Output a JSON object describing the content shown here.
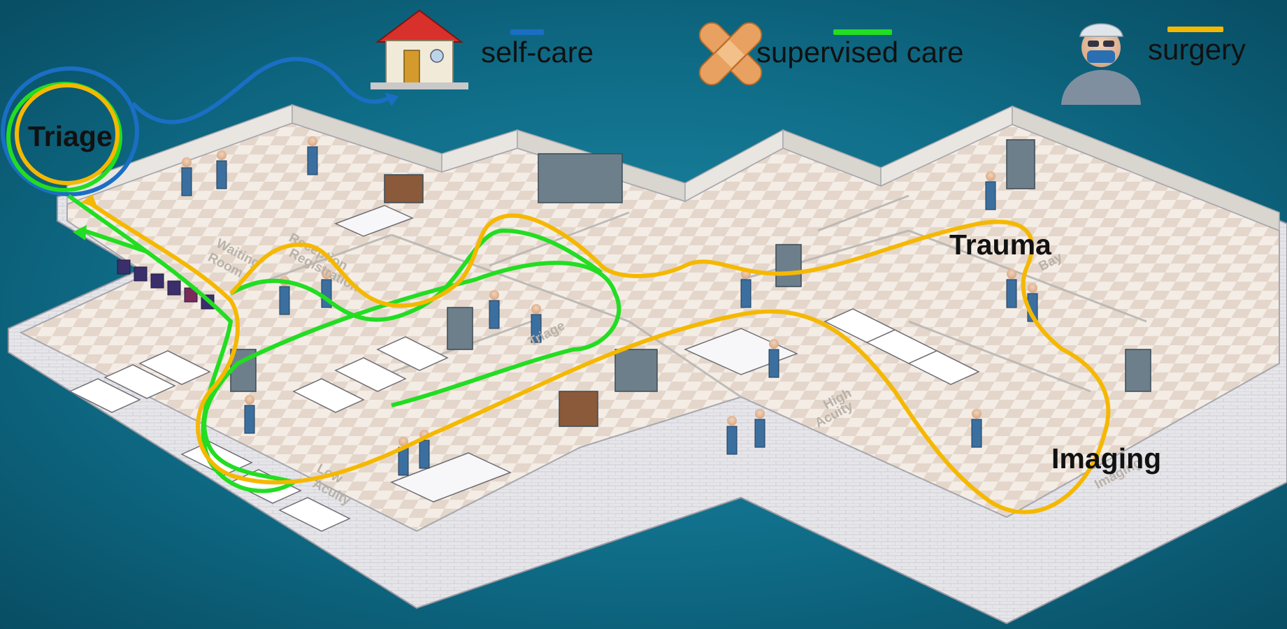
{
  "legend": {
    "self_care": {
      "label": "self-care",
      "color": "#1a6fc4",
      "icon": "house-icon"
    },
    "supervised_care": {
      "label": "supervised care",
      "color": "#22dd22",
      "icon": "bandage-icon"
    },
    "surgery": {
      "label": "surgery",
      "color": "#f5b800",
      "icon": "surgeon-icon"
    }
  },
  "nodes": {
    "triage": "Triage",
    "trauma": "Trauma",
    "imaging": "Imaging"
  },
  "rooms": {
    "waiting_room_1": "Waiting",
    "waiting_room_2": "Room",
    "registration_1": "Reception",
    "registration_2": "Registration",
    "low_acuity_1": "Low",
    "low_acuity_2": "Acuity",
    "high_acuity_1": "High",
    "high_acuity_2": "Acuity",
    "triage_room": "Triage",
    "trauma_bay": "Bay",
    "imaging_room": "Imaging"
  },
  "colors": {
    "background": "#0f6c87",
    "wall": "#e3e3e6",
    "floor_light": "#f3ece4",
    "floor_dark": "#e2d3c6"
  }
}
